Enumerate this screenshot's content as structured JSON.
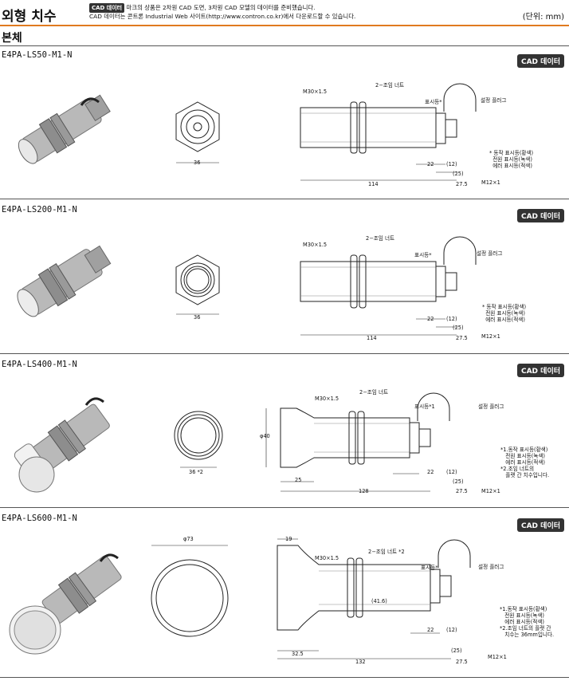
{
  "header": {
    "title": "외형 치수",
    "cad_tag": "CAD 데이터",
    "notice_line1": "마크의 상품은 2차원 CAD 도면, 3차원 CAD 모델의 데이터를 준비했습니다.",
    "notice_line2": "CAD 데이터는 콘트론 Industrial Web 사이트(http://www.contron.co.kr)에서 다운로드할 수 있습니다.",
    "unit": "(단위: mm)"
  },
  "section_title": "본체",
  "cad_button_label": "CAD 데이터",
  "products": [
    {
      "model": "E4PA-LS50-M1-N",
      "labels": {
        "thread": "M30×1.5",
        "nut": "2−조임 너트",
        "indicator": "표시등*",
        "plug": "설정 플러그",
        "hex": "36",
        "len_total": "114",
        "len_22": "22",
        "len_12": "(12)",
        "len_25": "(25)",
        "len_275": "27.5",
        "m12": "M12×1"
      },
      "notes": "* 동작 표시등(황색)\n  전원 표시등(녹색)\n  에러 표시등(적색)"
    },
    {
      "model": "E4PA-LS200-M1-N",
      "labels": {
        "thread": "M30×1.5",
        "nut": "2−조임 너트",
        "indicator": "표시등*",
        "plug": "설정 플러그",
        "hex": "36",
        "len_total": "114",
        "len_22": "22",
        "len_12": "(12)",
        "len_25": "(25)",
        "len_275": "27.5",
        "m12": "M12×1"
      },
      "notes": "* 동작 표시등(황색)\n  전원 표시등(녹색)\n  에러 표시등(적색)"
    },
    {
      "model": "E4PA-LS400-M1-N",
      "labels": {
        "thread": "M30×1.5",
        "nut": "2−조임 너트",
        "indicator": "표시등*1",
        "plug": "설정 플러그",
        "hex": "36 *2",
        "dia": "φ40",
        "len_25a": "25",
        "len_total": "128",
        "len_22": "22",
        "len_12": "(12)",
        "len_25": "(25)",
        "len_275": "27.5",
        "m12": "M12×1"
      },
      "notes": "*1.동작 표시등(황색)\n   전원 표시등(녹색)\n   에러 표시등(적색)\n*2.조임 너트의\n   플랫 간 치수입니다."
    },
    {
      "model": "E4PA-LS600-M1-N",
      "labels": {
        "thread": "M30×1.5",
        "nut": "2−조임 너트 *2",
        "indicator": "표시등*",
        "plug": "설정 플러그",
        "dia": "φ73",
        "len_19": "19",
        "len_416": "(41.6)",
        "len_325": "32.5",
        "len_total": "132",
        "len_22": "22",
        "len_12": "(12)",
        "len_25": "(25)",
        "len_275": "27.5",
        "m12": "M12×1"
      },
      "notes": "*1.동작 표시등(황색)\n   전원 표시등(녹색)\n   에러 표시등(적색)\n*2.조임 너트의 플랫 간\n   치수는 36mm입니다."
    }
  ],
  "colors": {
    "accent_rule": "#e07a1f",
    "button_bg": "#333333"
  }
}
